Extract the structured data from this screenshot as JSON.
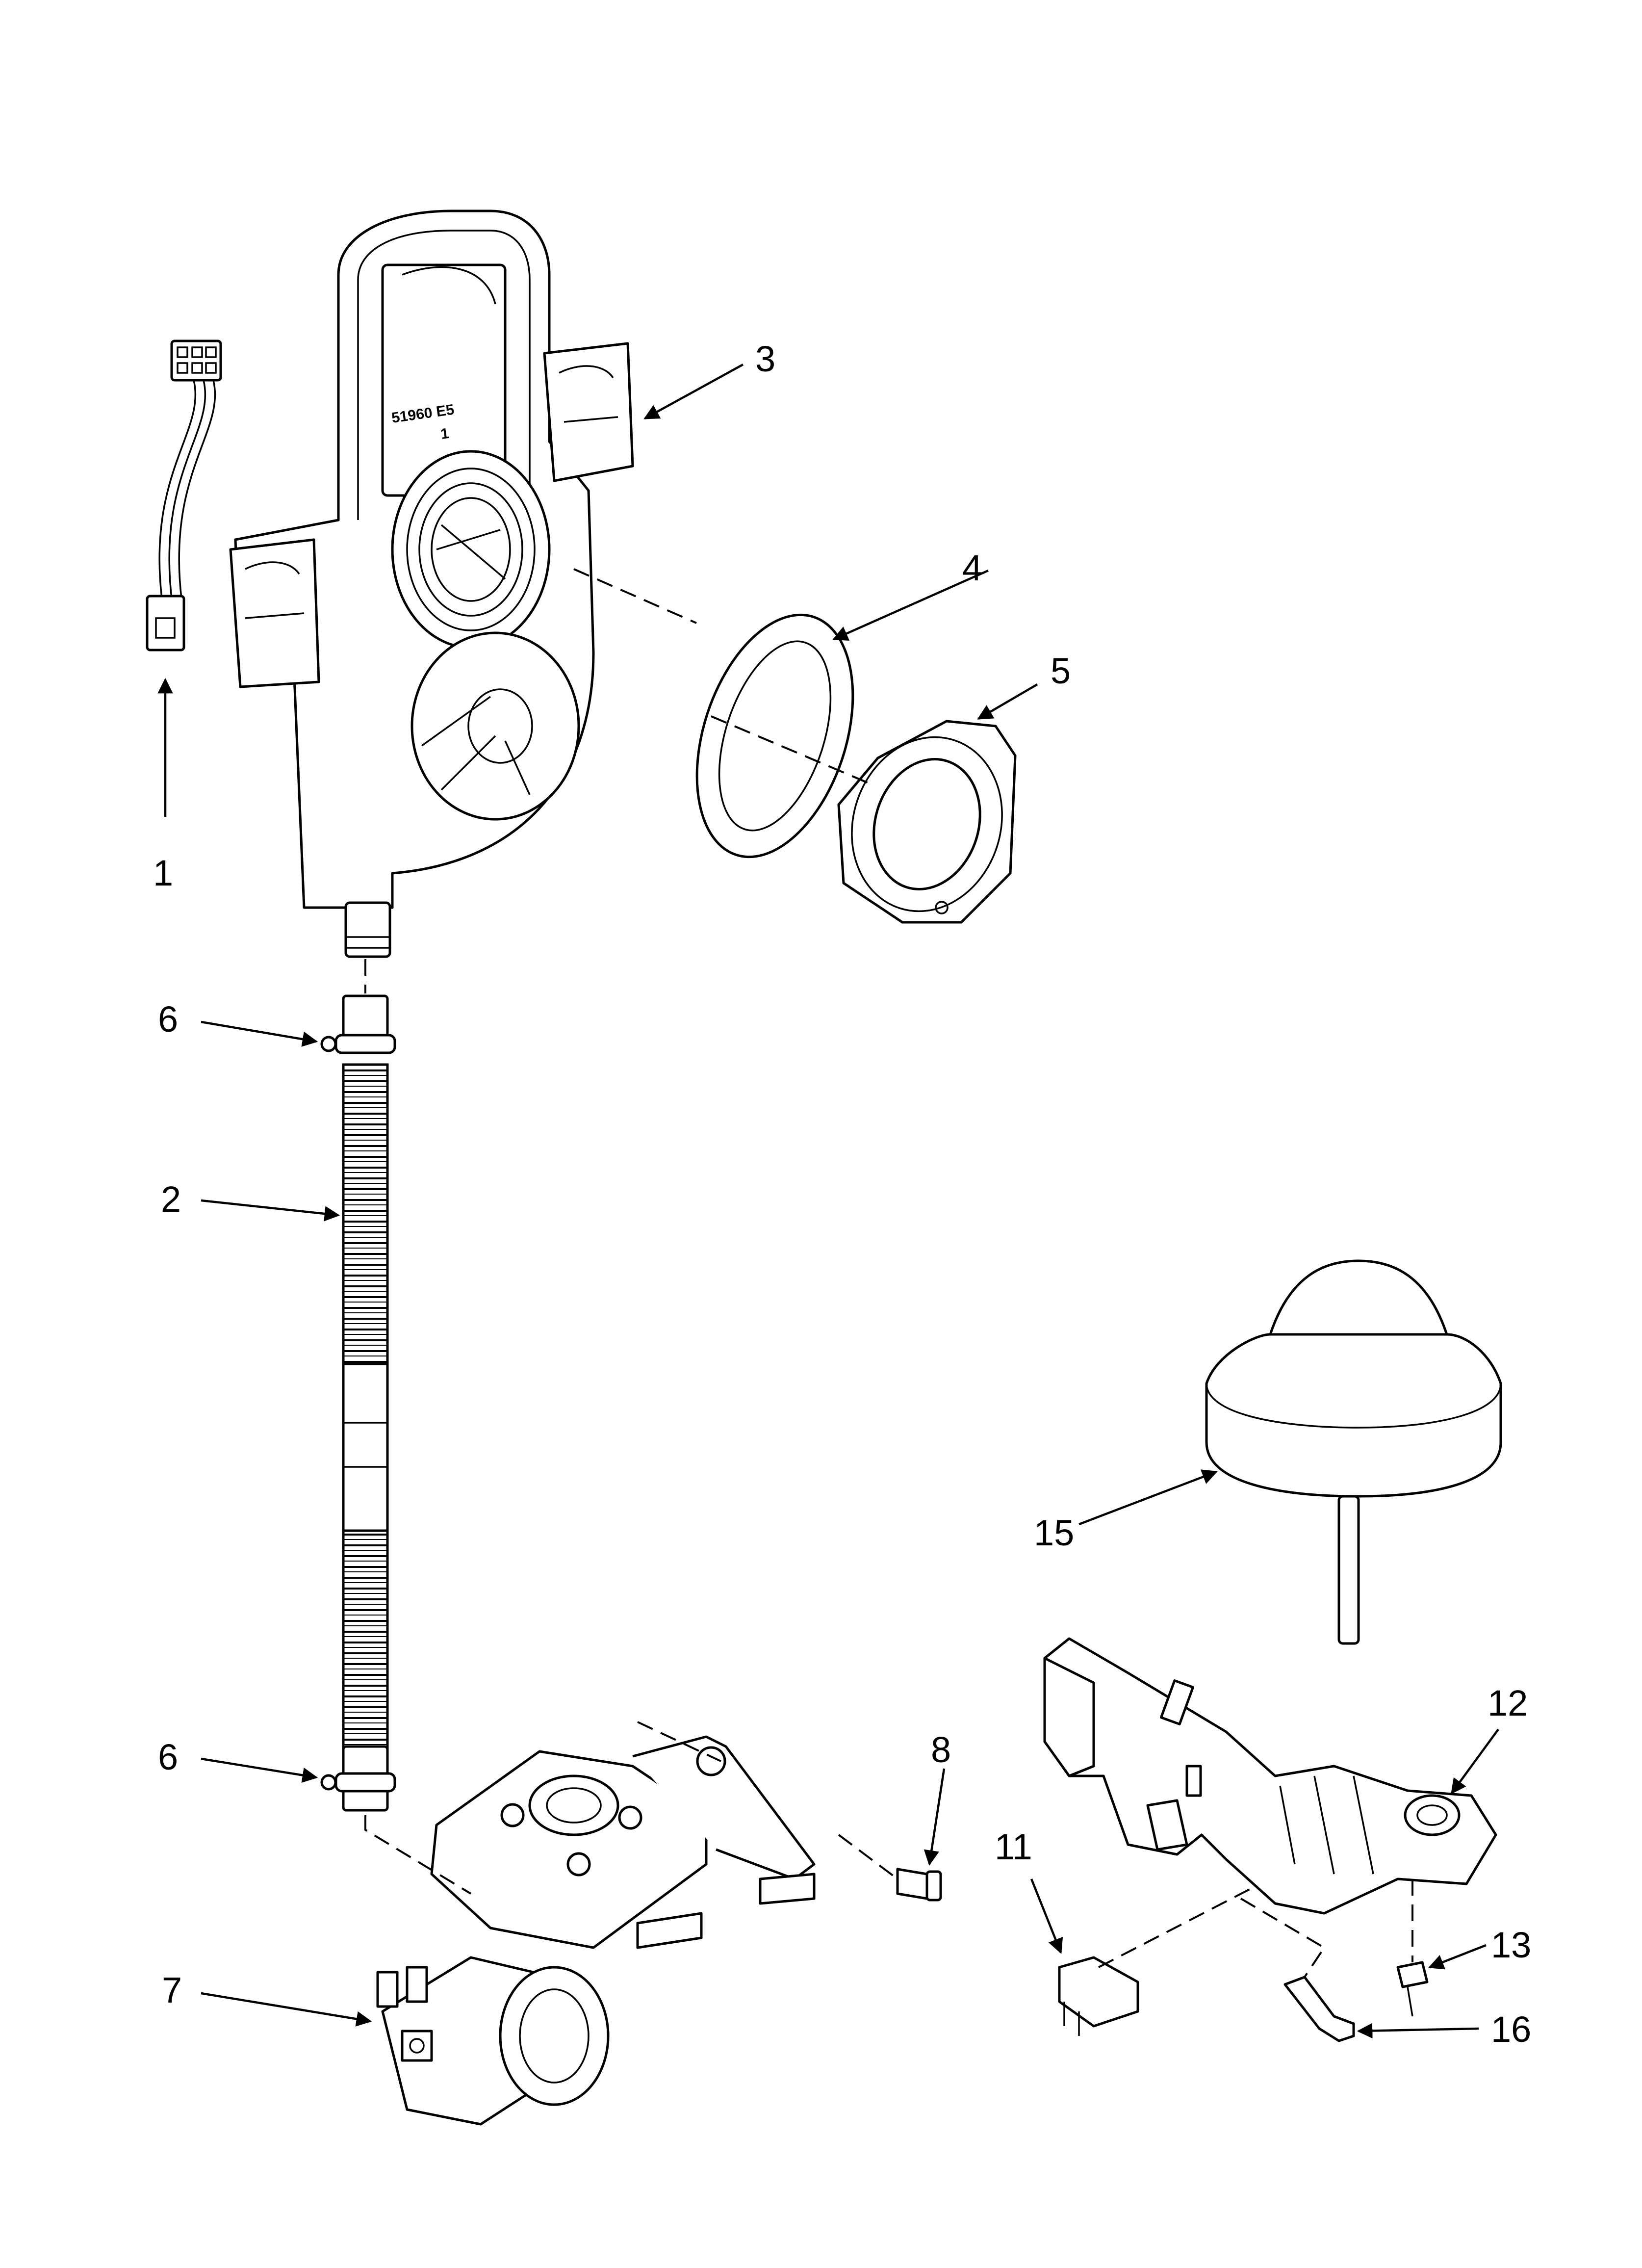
{
  "callouts": {
    "c1": "1",
    "c2": "2",
    "c3": "3",
    "c4": "4",
    "c5": "5",
    "c6a": "6",
    "c6b": "6",
    "c7": "7",
    "c8": "8",
    "c11": "11",
    "c12": "12",
    "c13": "13",
    "c15": "15",
    "c16": "16"
  },
  "stamp": {
    "line1": "51960 E5",
    "line2": "1"
  },
  "colors": {
    "ink": "#000000",
    "paper": "#ffffff",
    "shade": "#3a3a3a"
  }
}
